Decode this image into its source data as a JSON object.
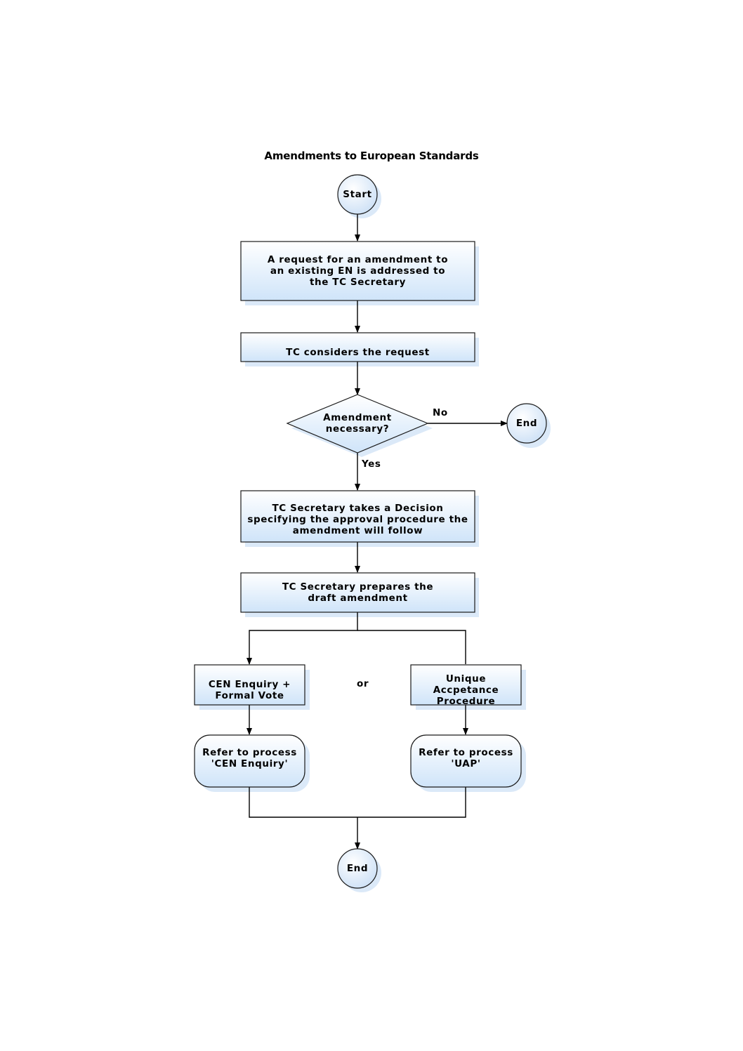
{
  "title": "Amendments to European Standards",
  "nodes": {
    "start": "Start",
    "request": "A request for an amendment to an existing EN is addressed to the TC Secretary",
    "consider": "TC considers the request",
    "decision": "Amendment necessary?",
    "end_no": "End",
    "decide_procedure": "TC Secretary takes a Decision specifying the approval procedure the amendment will follow",
    "prepare_draft": "TC Secretary prepares the draft amendment",
    "cen_enquiry_vote": "CEN Enquiry + Formal Vote",
    "uap_procedure": "Unique Accpetance Procedure",
    "refer_cen": "Refer to process 'CEN Enquiry'",
    "refer_uap": "Refer to process 'UAP'",
    "end": "End"
  },
  "labels": {
    "no": "No",
    "yes": "Yes",
    "or": "or"
  },
  "colors": {
    "fill_top": "#ffffff",
    "fill_bottom": "#cfe4f9",
    "shadow": "#d9e8f7",
    "stroke": "#1a1a1a"
  }
}
